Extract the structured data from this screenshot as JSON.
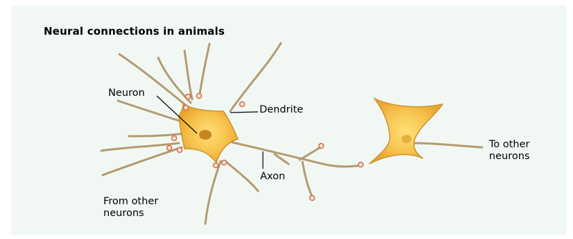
{
  "diagram": {
    "title": "Neural connections in animals",
    "labels": {
      "neuron": "Neuron",
      "dendrite": "Dendrite",
      "axon": "Axon",
      "from_other_neurons": [
        "From other",
        "neurons"
      ],
      "to_other_neurons": [
        "To other",
        "neurons"
      ]
    }
  },
  "colors": {
    "background": "#f1f8f4",
    "fiber": "#b49a6e",
    "cell_body": "#f2b840",
    "cell_body_light": "#ffe079",
    "nucleus": "#c6861c",
    "terminal": "#e58f67"
  }
}
